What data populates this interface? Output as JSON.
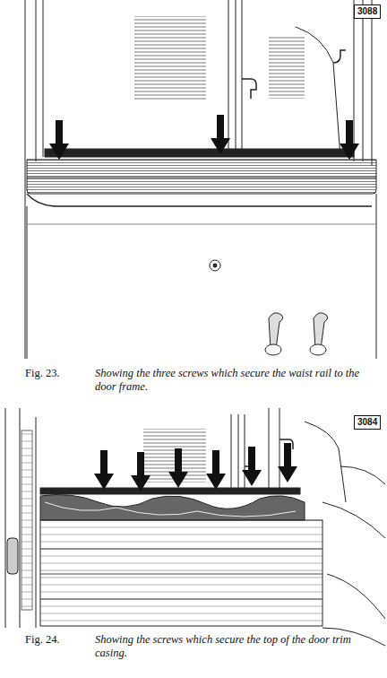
{
  "diagram": {
    "nodes": [
      {
        "text": [
          "3088"
        ]
      },
      {
        "text": [
          "3084"
        ]
      }
    ],
    "labels": [
      "Fig. 23.",
      "Showing the three screws which secure the waist rail to the door frame.",
      "Fig. 24.",
      "Showing the screws which secure the top of the door trim casing."
    ]
  }
}
